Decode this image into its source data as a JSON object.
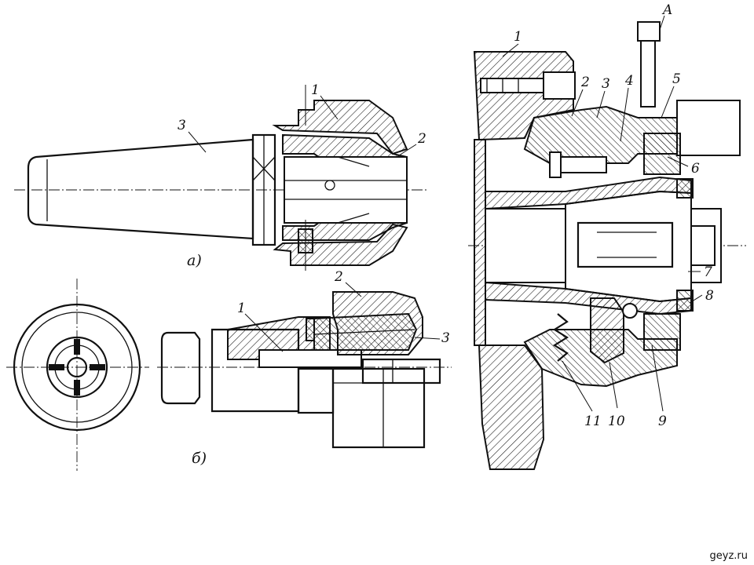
{
  "labels": {
    "a1": "1",
    "a2": "2",
    "a3": "3",
    "b1": "1",
    "b2": "2",
    "b3": "3",
    "c1": "1",
    "c2": "2",
    "c3": "3",
    "c4": "4",
    "c5": "5",
    "c6": "6",
    "c7": "7",
    "c8": "8",
    "c9": "9",
    "c10": "10",
    "c11": "11",
    "cA": "A"
  },
  "captions": {
    "a": "a)",
    "b": "б)"
  },
  "watermark": "geyz.ru"
}
